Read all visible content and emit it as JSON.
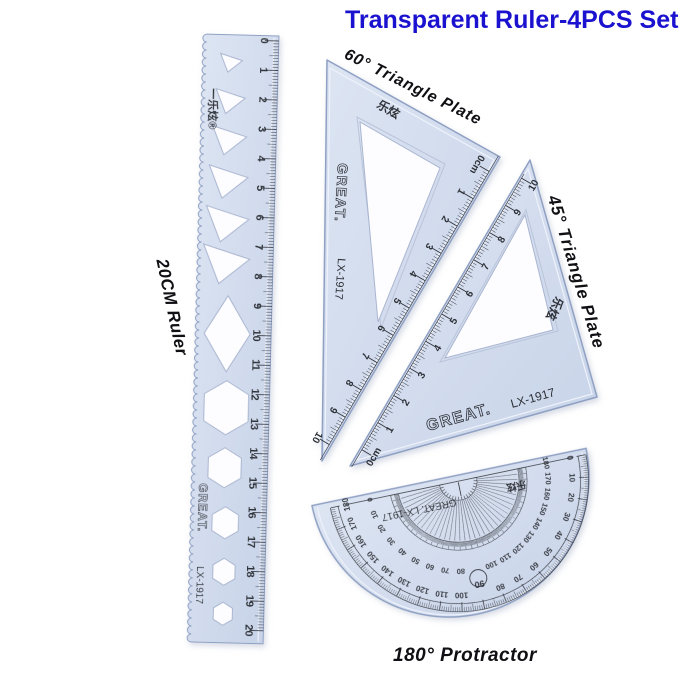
{
  "title": {
    "text": "Transparent Ruler-4PCS Set",
    "color": "#1b12cf"
  },
  "labels": {
    "triangle60": "60° Triangle Plate",
    "triangle45": "45° Triangle Plate",
    "ruler": "20CM Ruler",
    "protractor": "180° Protractor"
  },
  "brand": {
    "name": "GREAT.",
    "model": "LX-1917",
    "zh": "乐炫",
    "zh_ruler": "一乐炫®"
  },
  "colors": {
    "body_light": "#dde5f3",
    "body_dark": "#c7d3e8",
    "edge": "#8fa0c3",
    "bevel": "#eef2fb",
    "ink": "#2e3037",
    "cutout": "#fdfdff",
    "label": "#101014"
  },
  "ruler": {
    "unit": "cm",
    "numbers": [
      0,
      1,
      2,
      3,
      4,
      5,
      6,
      7,
      8,
      9,
      10,
      11,
      12,
      13,
      14,
      15,
      16,
      17,
      18,
      19,
      20
    ]
  },
  "triangle60": {
    "zero": "0cm",
    "numbers": [
      1,
      2,
      3,
      4,
      5,
      6,
      7,
      8,
      9,
      10
    ]
  },
  "triangle45": {
    "zero": "0cm",
    "numbers": [
      1,
      2,
      3,
      4,
      5,
      6,
      7,
      8,
      9,
      10
    ]
  },
  "protractor": {
    "outer": [
      0,
      10,
      20,
      30,
      40,
      50,
      60,
      70,
      80,
      90,
      100,
      110,
      120,
      130,
      140,
      150,
      160,
      170,
      180
    ],
    "inner": [
      180,
      170,
      160,
      150,
      140,
      130,
      120,
      110,
      100,
      90,
      80,
      70,
      60,
      50,
      40,
      30,
      20,
      10,
      0
    ],
    "circled": "90"
  }
}
